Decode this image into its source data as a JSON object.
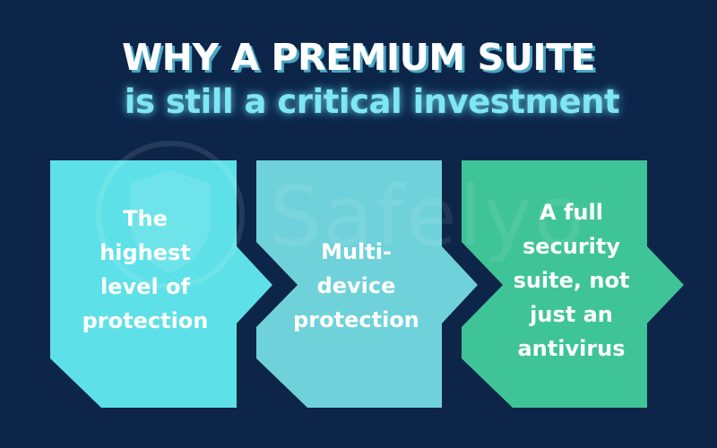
{
  "header": {
    "title_line1": "WHY A PREMIUM SUITE",
    "title_line2": "is still a critical investment"
  },
  "watermark": {
    "text": "Safelyo",
    "icon": "shield-lock-icon"
  },
  "cards": [
    {
      "text": "The highest level of protection",
      "lines": [
        "The",
        "highest",
        "level of",
        "protection"
      ],
      "color": "#5ee0e8"
    },
    {
      "text": "Multi-device protection",
      "lines": [
        "Multi-",
        "device",
        "protection"
      ],
      "color": "#6fd2da"
    },
    {
      "text": "A full security suite, not just an antivirus",
      "lines": [
        "A full",
        "security",
        "suite, not",
        "just an",
        "antivirus"
      ],
      "color": "#3fc497"
    }
  ],
  "colors": {
    "background": "#0c2548",
    "title_primary": "#ffffff",
    "title_secondary": "#7fe6f2"
  }
}
